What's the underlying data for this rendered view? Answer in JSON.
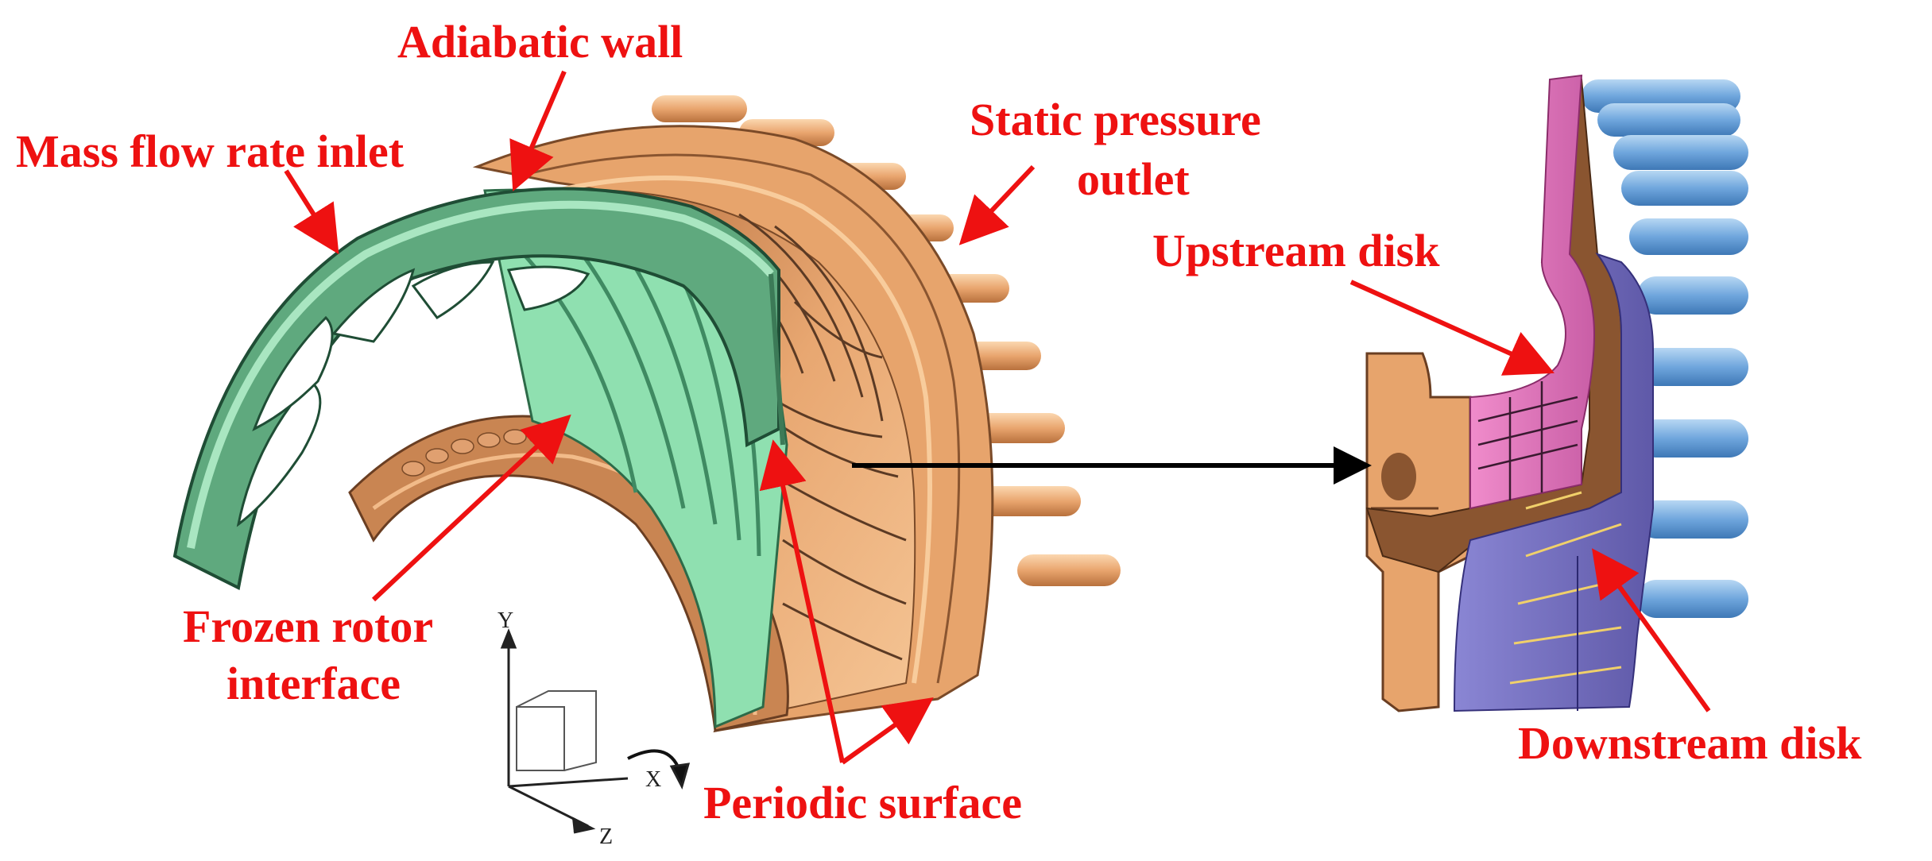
{
  "labels": {
    "adiabatic_wall": "Adiabatic wall",
    "mass_flow_inlet": "Mass flow rate inlet",
    "static_pressure_1": "Static pressure",
    "static_pressure_2": "outlet",
    "upstream_disk": "Upstream disk",
    "frozen_rotor_1": "Frozen rotor",
    "frozen_rotor_2": "interface",
    "periodic_surface": "Periodic surface",
    "downstream_disk": "Downstream disk"
  },
  "axes": {
    "y": "Y",
    "x": "X",
    "z": "Z"
  },
  "colors": {
    "annotation": "#ee1111",
    "green_shroud": "#5fa97e",
    "mint_blade": "#8fe0b0",
    "copper": "#e7a46c",
    "copper_dark": "#a8643a",
    "pink_disk": "#e773bd",
    "purple_disk": "#7a74c4",
    "blue_pipes": "#6fa6dd"
  }
}
